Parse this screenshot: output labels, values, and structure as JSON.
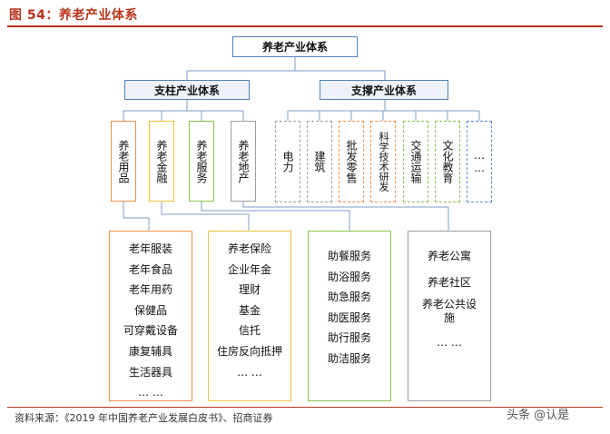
{
  "figure": {
    "title": "图 54：养老产业体系"
  },
  "root": {
    "label": "养老产业体系"
  },
  "branches": [
    {
      "label": "支柱产业体系",
      "children": [
        {
          "label": "养老用品",
          "color": "#f0924a"
        },
        {
          "label": "养老金融",
          "color": "#f2c440"
        },
        {
          "label": "养老服务",
          "color": "#8bc34a"
        },
        {
          "label": "养老地产",
          "color": "#9e9e9e"
        }
      ]
    },
    {
      "label": "支撑产业体系",
      "children": [
        {
          "label": "电力"
        },
        {
          "label": "建筑"
        },
        {
          "label": "批发零售"
        },
        {
          "label": "科学技术研发"
        },
        {
          "label": "交通运输"
        },
        {
          "label": "文化教育"
        },
        {
          "label": "……"
        }
      ]
    }
  ],
  "details": [
    {
      "color": "#f0924a",
      "items": [
        "老年服装",
        "老年食品",
        "老年用药",
        "保健品",
        "可穿戴设备",
        "康复辅具",
        "生活器具",
        "… …"
      ]
    },
    {
      "color": "#f2c440",
      "items": [
        "养老保险",
        "企业年金",
        "理财",
        "基金",
        "信托",
        "住房反向抵押",
        "… …"
      ]
    },
    {
      "color": "#8bc34a",
      "items": [
        "助餐服务",
        "助浴服务",
        "助急服务",
        "助医服务",
        "助行服务",
        "助洁服务"
      ]
    },
    {
      "color": "#9e9e9e",
      "items": [
        "养老公寓",
        "养老社区",
        "养老公共设施",
        "… …"
      ]
    }
  ],
  "colors": {
    "accent": "#b8321a",
    "header_border": "#4f81bd",
    "support_borders": [
      "#9e9e9e",
      "#9e9e9e",
      "#f0924a",
      "#f0924a",
      "#8bc34a",
      "#8bc34a",
      "#5b8bd0"
    ]
  },
  "source": "资料来源：《2019 年中国养老产业发展白皮书》、招商证券",
  "watermark": "头条 @认是"
}
